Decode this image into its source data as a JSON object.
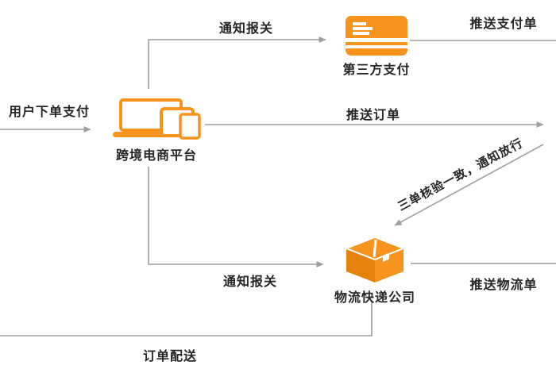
{
  "diagram": {
    "nodes": {
      "platform": {
        "label": "跨境电商平台",
        "icon": "devices-icon"
      },
      "payment": {
        "label": "第三方支付",
        "icon": "credit-card-icon"
      },
      "logistics": {
        "label": "物流快递公司",
        "icon": "package-box-icon"
      }
    },
    "edges": {
      "user_pay": {
        "label": "用户下单支付",
        "from": "left-edge",
        "to": "platform"
      },
      "notify_customs_top": {
        "label": "通知报关",
        "from": "platform",
        "to": "payment"
      },
      "push_payment": {
        "label": "推送支付单",
        "from": "payment",
        "to": "right-edge"
      },
      "push_order": {
        "label": "推送订单",
        "from": "platform",
        "to": "right-edge"
      },
      "three_check_release": {
        "label": "三单核验一致，通知放行",
        "from": "right-edge",
        "to": "logistics"
      },
      "notify_customs_bottom": {
        "label": "通知报关",
        "from": "platform",
        "to": "logistics"
      },
      "push_logistics": {
        "label": "推送物流单",
        "from": "logistics",
        "to": "right-edge"
      },
      "order_delivery": {
        "label": "订单配送",
        "from": "logistics",
        "to": "left-edge"
      }
    },
    "colors": {
      "accent_orange": "#F7941E",
      "accent_orange_dark": "#E5820D",
      "line_gray": "#9E9E9E",
      "text_color": "#262626",
      "background": "#FFFFFF"
    }
  }
}
